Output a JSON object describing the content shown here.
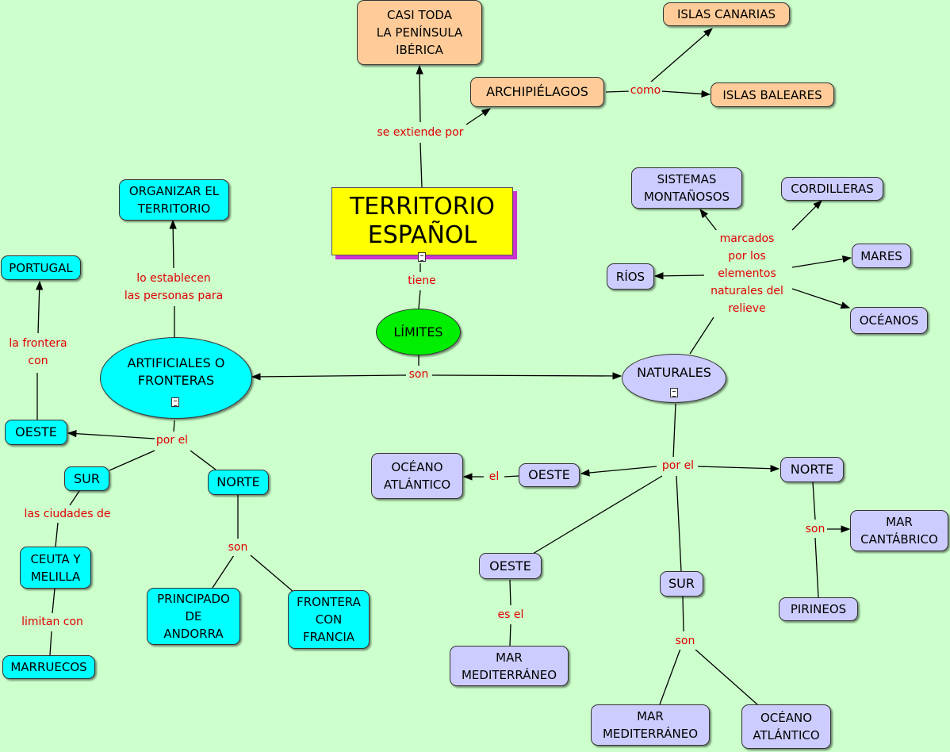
{
  "concepts": {
    "territorio": "TERRITORIO\nESPAÑOL",
    "peninsula": "CASI TODA\nLA PENÍNSULA\nIBÉRICA",
    "archipielagos": "ARCHIPIÉLAGOS",
    "canarias": "ISLAS CANARIAS",
    "baleares": "ISLAS BALEARES",
    "limites": "LÍMITES",
    "artificiales": "ARTIFICIALES O\nFRONTERAS",
    "naturales": "NATURALES",
    "organizar": "ORGANIZAR EL\nTERRITORIO",
    "portugal": "PORTUGAL",
    "oeste_art": "OESTE",
    "sur_art": "SUR",
    "norte_art": "NORTE",
    "ceuta": "CEUTA Y\nMELILLA",
    "marruecos": "MARRUECOS",
    "andorra": "PRINCIPADO\nDE\nANDORRA",
    "francia": "FRONTERA\nCON\nFRANCIA",
    "sistemas": "SISTEMAS\nMONTAÑOSOS",
    "cordilleras": "CORDILLERAS",
    "rios": "RÍOS",
    "mares": "MARES",
    "oceanos": "OCÉANOS",
    "oeste_nat": "OESTE",
    "oceano_atl": "OCÉANO\nATLÁNTICO",
    "norte_nat": "NORTE",
    "mar_cantabrico": "MAR\nCANTÁBRICO",
    "pirineos": "PIRINEOS",
    "oeste_nat2": "OESTE",
    "mar_med1": "MAR\nMEDITERRÁNEO",
    "sur_nat": "SUR",
    "mar_med2": "MAR\nMEDITERRÁNEO",
    "oceano_atl2": "OCÉANO\nATLÁNTICO"
  },
  "links": {
    "se_extiende": "se extiende por",
    "como": "como",
    "tiene": "tiene",
    "son_lim": "son",
    "establecen": "lo establecen\nlas personas para",
    "frontera_con": "la frontera\ncon",
    "por_el_art": "por el",
    "ciudades": "las ciudades de",
    "limitan": "limitan con",
    "son_norte_art": "son",
    "marcados": "marcados\npor los\nelementos\nnaturales del\nrelieve",
    "por_el_nat": "por el",
    "el": "el",
    "son_norte_nat": "son",
    "es_el": "es el",
    "son_sur_nat": "son"
  },
  "colors": {
    "background": "#ccffcc",
    "link_text": "#e00000",
    "orange": "#ffcc99",
    "cyan": "#00ffff",
    "lavender": "#ccccff",
    "yellow": "#ffff00",
    "green": "#00ee00",
    "shadow_magenta": "#cc33cc"
  }
}
